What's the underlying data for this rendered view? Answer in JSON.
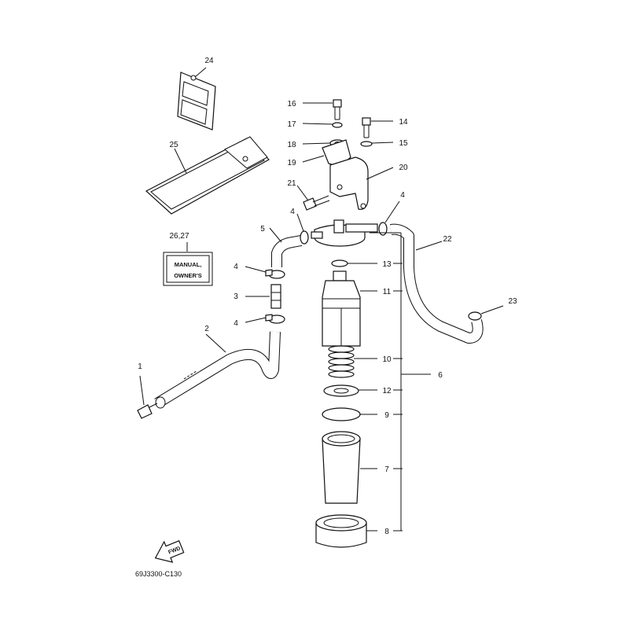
{
  "callouts": {
    "c1": "1",
    "c2": "2",
    "c3": "3",
    "c4a": "4",
    "c4b": "4",
    "c4c": "4",
    "c4d": "4",
    "c5": "5",
    "c6": "6",
    "c7": "7",
    "c8": "8",
    "c9": "9",
    "c10": "10",
    "c11": "11",
    "c12": "12",
    "c13": "13",
    "c14": "14",
    "c15": "15",
    "c16": "16",
    "c17": "17",
    "c18": "18",
    "c19": "19",
    "c20": "20",
    "c21": "21",
    "c22": "22",
    "c23": "23",
    "c24": "24",
    "c25": "25",
    "c26": "26,27"
  },
  "manual_label": {
    "line1": "MANUAL,",
    "line2": "OWNER'S"
  },
  "fwd_label": "FWD",
  "diagram_code": "69J3300-C130"
}
